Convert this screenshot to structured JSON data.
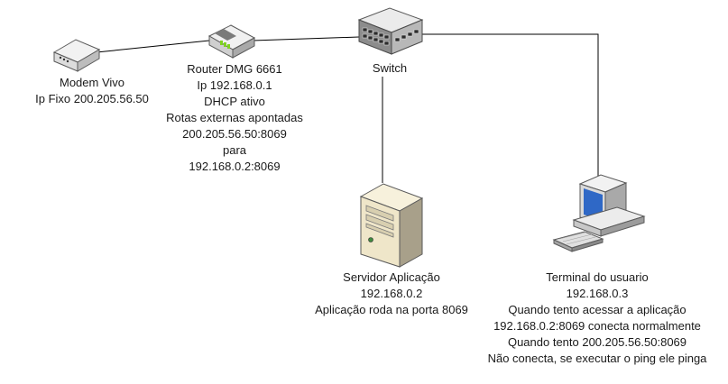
{
  "colors": {
    "line": "#000000",
    "text": "#1a1a1a",
    "device_body": "#e4e4e4",
    "device_dark": "#6d6d6d",
    "router_led": "#7fd321",
    "server_beige": "#efe6c9",
    "screen_blue": "#2f68c6"
  },
  "nodes": {
    "modem": {
      "icon": "modem-icon",
      "lines": [
        "Modem Vivo",
        "Ip Fixo 200.205.56.50"
      ]
    },
    "router": {
      "icon": "router-icon",
      "lines": [
        "Router DMG 6661",
        "Ip 192.168.0.1",
        "DHCP ativo",
        "Rotas externas apontadas",
        "200.205.56.50:8069",
        "para",
        "192.168.0.2:8069"
      ]
    },
    "switch": {
      "icon": "switch-icon",
      "lines": [
        "Switch"
      ]
    },
    "server": {
      "icon": "server-icon",
      "lines": [
        "Servidor Aplicação",
        "192.168.0.2",
        "Aplicação roda na porta 8069"
      ]
    },
    "terminal": {
      "icon": "computer-icon",
      "lines": [
        "Terminal do usuario",
        "192.168.0.3",
        "Quando tento acessar a aplicação",
        "192.168.0.2:8069 conecta normalmente",
        "Quando tento 200.205.56.50:8069",
        "Não conecta, se executar o ping ele pinga"
      ]
    }
  }
}
